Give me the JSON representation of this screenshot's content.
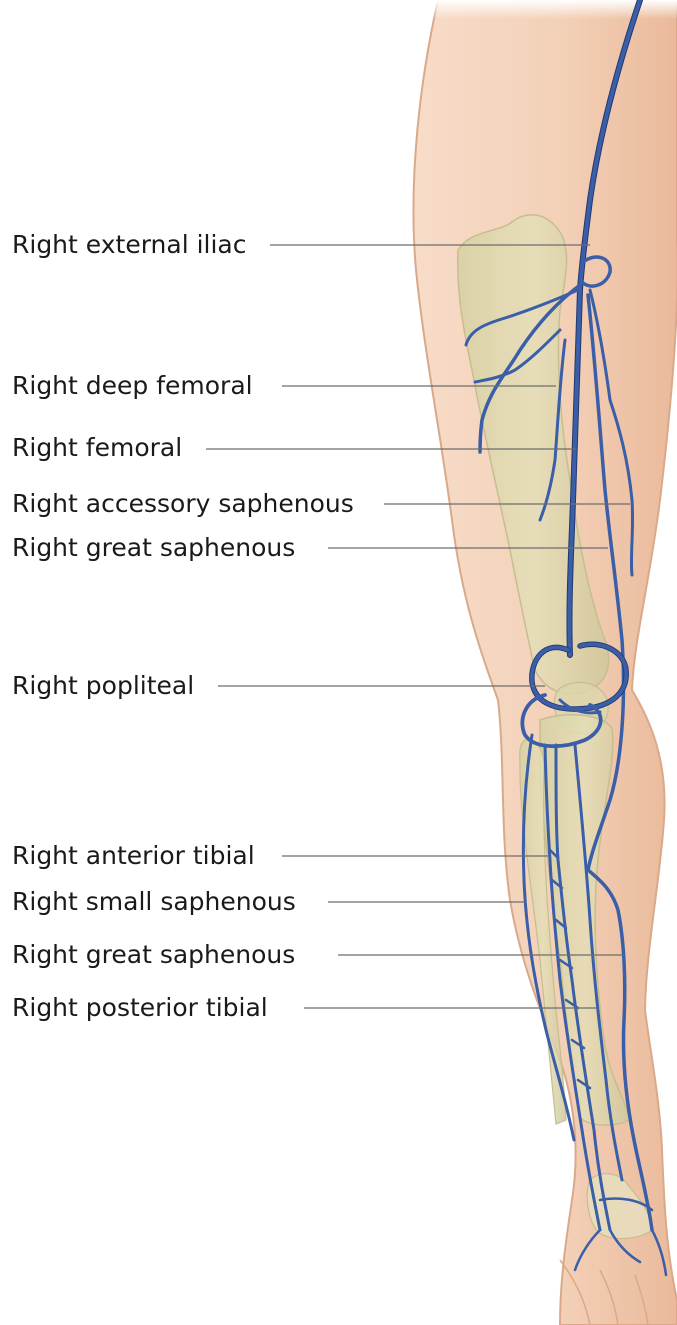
{
  "labels": [
    {
      "id": "external-iliac",
      "text": "Right external iliac"
    },
    {
      "id": "deep-femoral",
      "text": "Right deep femoral"
    },
    {
      "id": "femoral",
      "text": "Right femoral"
    },
    {
      "id": "accessory-saphenous",
      "text": "Right accessory saphenous"
    },
    {
      "id": "great-saphenous-thigh",
      "text": "Right great saphenous"
    },
    {
      "id": "popliteal",
      "text": "Right popliteal"
    },
    {
      "id": "anterior-tibial",
      "text": "Right anterior tibial"
    },
    {
      "id": "small-saphenous",
      "text": "Right small saphenous"
    },
    {
      "id": "great-saphenous-leg",
      "text": "Right great saphenous"
    },
    {
      "id": "posterior-tibial",
      "text": "Right posterior tibial"
    }
  ],
  "colors": {
    "skin": "#f3d3bc",
    "skin_edge": "#d9a98a",
    "bone": "#d8d3a6",
    "vein": "#3a5ea8",
    "leader": "#6d6d6d",
    "text": "#1a1a1a"
  }
}
